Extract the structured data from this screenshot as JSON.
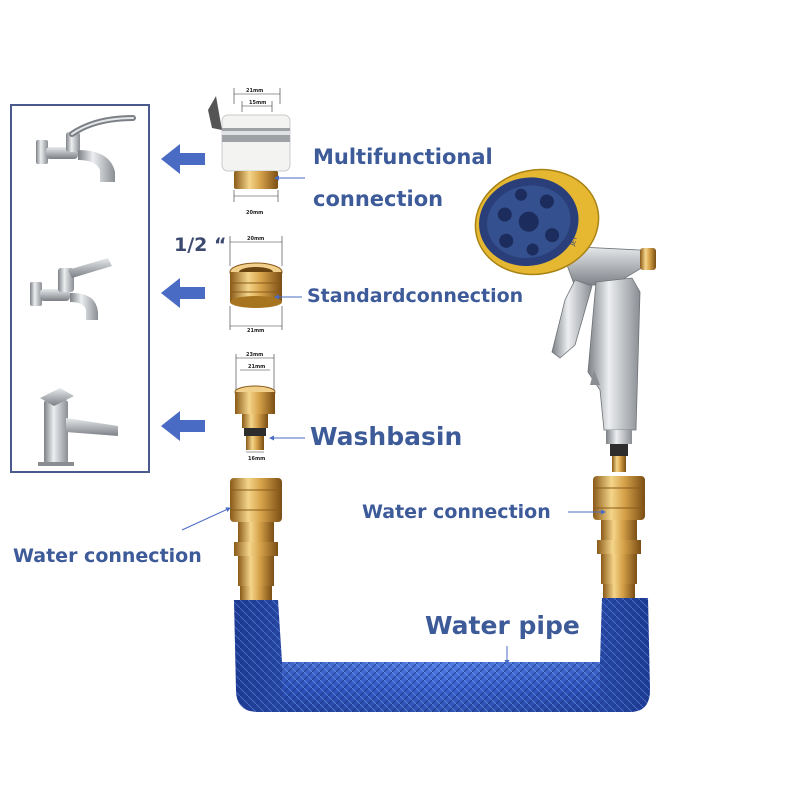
{
  "labels": {
    "multifunctional_line1": "Multifunctional",
    "multifunctional_line2": "connection",
    "half_inch": "1/2 “",
    "standard": "Standardconnection",
    "washbasin": "Washbasin",
    "water_connection_left": "Water connection",
    "water_connection_right": "Water connection",
    "water_pipe": "Water pipe"
  },
  "dimensions": {
    "multi_top_outer": "21mm",
    "multi_top_inner": "15mm",
    "multi_bottom": "20mm",
    "std_top": "20mm",
    "std_bottom": "21mm",
    "wash_top_outer": "23mm",
    "wash_top_inner": "21mm",
    "wash_bottom": "16mm"
  },
  "nozzle_text": "JET",
  "colors": {
    "label_text": "#3d5a99",
    "arrow": "#4a6bc4",
    "frame": "#4a5a8c",
    "hose_blue": "#2f56c8",
    "brass": "#d6a24a",
    "nozzle_yellow": "#e6b832",
    "nozzle_navy": "#2a3f7a",
    "chrome": "#b9bcc0"
  },
  "icons": [
    "faucet-wall-icon",
    "faucet-tap-icon",
    "faucet-basin-icon",
    "left-arrow-icon"
  ]
}
